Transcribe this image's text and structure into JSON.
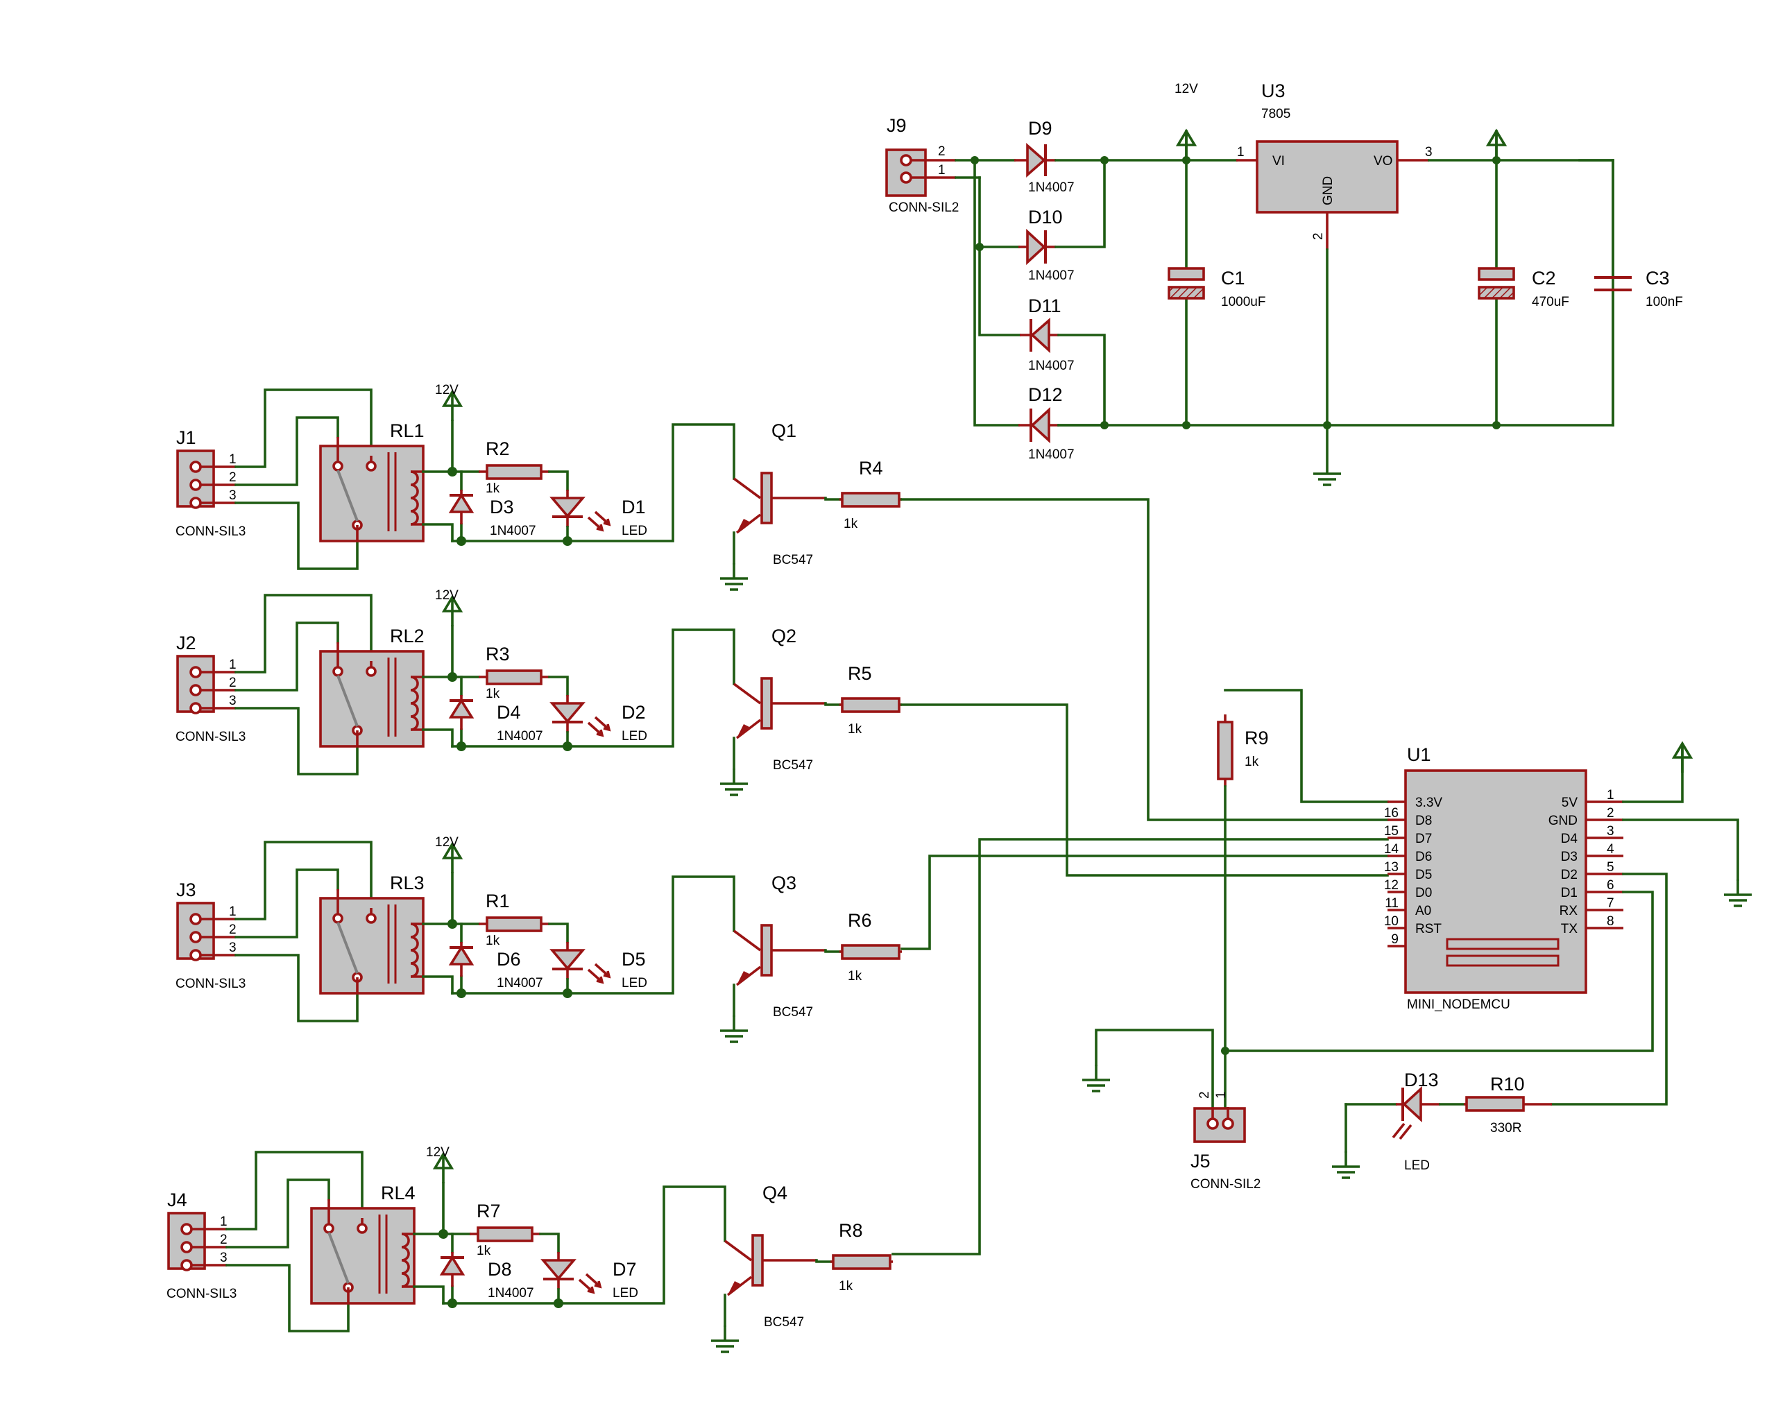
{
  "power_supply": {
    "j9": {
      "ref": "J9",
      "val": "CONN-SIL2",
      "pins": [
        "2",
        "1"
      ]
    },
    "diodes": [
      {
        "ref": "D9",
        "val": "1N4007"
      },
      {
        "ref": "D10",
        "val": "1N4007"
      },
      {
        "ref": "D11",
        "val": "1N4007"
      },
      {
        "ref": "D12",
        "val": "1N4007"
      }
    ],
    "rail_12v": "12V",
    "u3": {
      "ref": "U3",
      "val": "7805",
      "vi": "VI",
      "vo": "VO",
      "gnd": "GND",
      "pin_vi": "1",
      "pin_gnd": "2",
      "pin_vo": "3"
    },
    "c1": {
      "ref": "C1",
      "val": "1000uF"
    },
    "c2": {
      "ref": "C2",
      "val": "470uF"
    },
    "c3": {
      "ref": "C3",
      "val": "100nF"
    }
  },
  "relay_channels": [
    {
      "j": "J1",
      "jval": "CONN-SIL3",
      "rl": "RL1",
      "r": "R2",
      "rval": "1k",
      "d": "D3",
      "dval": "1N4007",
      "led": "D1",
      "ledval": "LED",
      "q": "Q1",
      "qval": "BC547",
      "rb": "R4",
      "rbval": "1k",
      "v": "12V",
      "pins": [
        "1",
        "2",
        "3"
      ]
    },
    {
      "j": "J2",
      "jval": "CONN-SIL3",
      "rl": "RL2",
      "r": "R3",
      "rval": "1k",
      "d": "D4",
      "dval": "1N4007",
      "led": "D2",
      "ledval": "LED",
      "q": "Q2",
      "qval": "BC547",
      "rb": "R5",
      "rbval": "1k",
      "v": "12V",
      "pins": [
        "1",
        "2",
        "3"
      ]
    },
    {
      "j": "J3",
      "jval": "CONN-SIL3",
      "rl": "RL3",
      "r": "R1",
      "rval": "1k",
      "d": "D6",
      "dval": "1N4007",
      "led": "D5",
      "ledval": "LED",
      "q": "Q3",
      "qval": "BC547",
      "rb": "R6",
      "rbval": "1k",
      "v": "12V",
      "pins": [
        "1",
        "2",
        "3"
      ]
    },
    {
      "j": "J4",
      "jval": "CONN-SIL3",
      "rl": "RL4",
      "r": "R7",
      "rval": "1k",
      "d": "D8",
      "dval": "1N4007",
      "led": "D7",
      "ledval": "LED",
      "q": "Q4",
      "qval": "BC547",
      "rb": "R8",
      "rbval": "1k",
      "v": "12V",
      "pins": [
        "1",
        "2",
        "3"
      ]
    }
  ],
  "mcu": {
    "ref": "U1",
    "val": "MINI_NODEMCU",
    "left_pins": [
      {
        "num": "",
        "name": "3.3V"
      },
      {
        "num": "16",
        "name": "D8"
      },
      {
        "num": "15",
        "name": "D7"
      },
      {
        "num": "14",
        "name": "D6"
      },
      {
        "num": "13",
        "name": "D5"
      },
      {
        "num": "12",
        "name": "D0"
      },
      {
        "num": "11",
        "name": "A0"
      },
      {
        "num": "10",
        "name": "RST"
      },
      {
        "num": "9",
        "name": ""
      }
    ],
    "right_pins": [
      {
        "num": "1",
        "name": "5V"
      },
      {
        "num": "2",
        "name": "GND"
      },
      {
        "num": "3",
        "name": "D4"
      },
      {
        "num": "4",
        "name": "D3"
      },
      {
        "num": "5",
        "name": "D2"
      },
      {
        "num": "6",
        "name": "D1"
      },
      {
        "num": "7",
        "name": "RX"
      },
      {
        "num": "8",
        "name": "TX"
      }
    ]
  },
  "r9": {
    "ref": "R9",
    "val": "1k"
  },
  "j5": {
    "ref": "J5",
    "val": "CONN-SIL2",
    "pin1": "1",
    "pin2": "2"
  },
  "d13": {
    "ref": "D13",
    "val": "LED"
  },
  "r10": {
    "ref": "R10",
    "val": "330R"
  }
}
